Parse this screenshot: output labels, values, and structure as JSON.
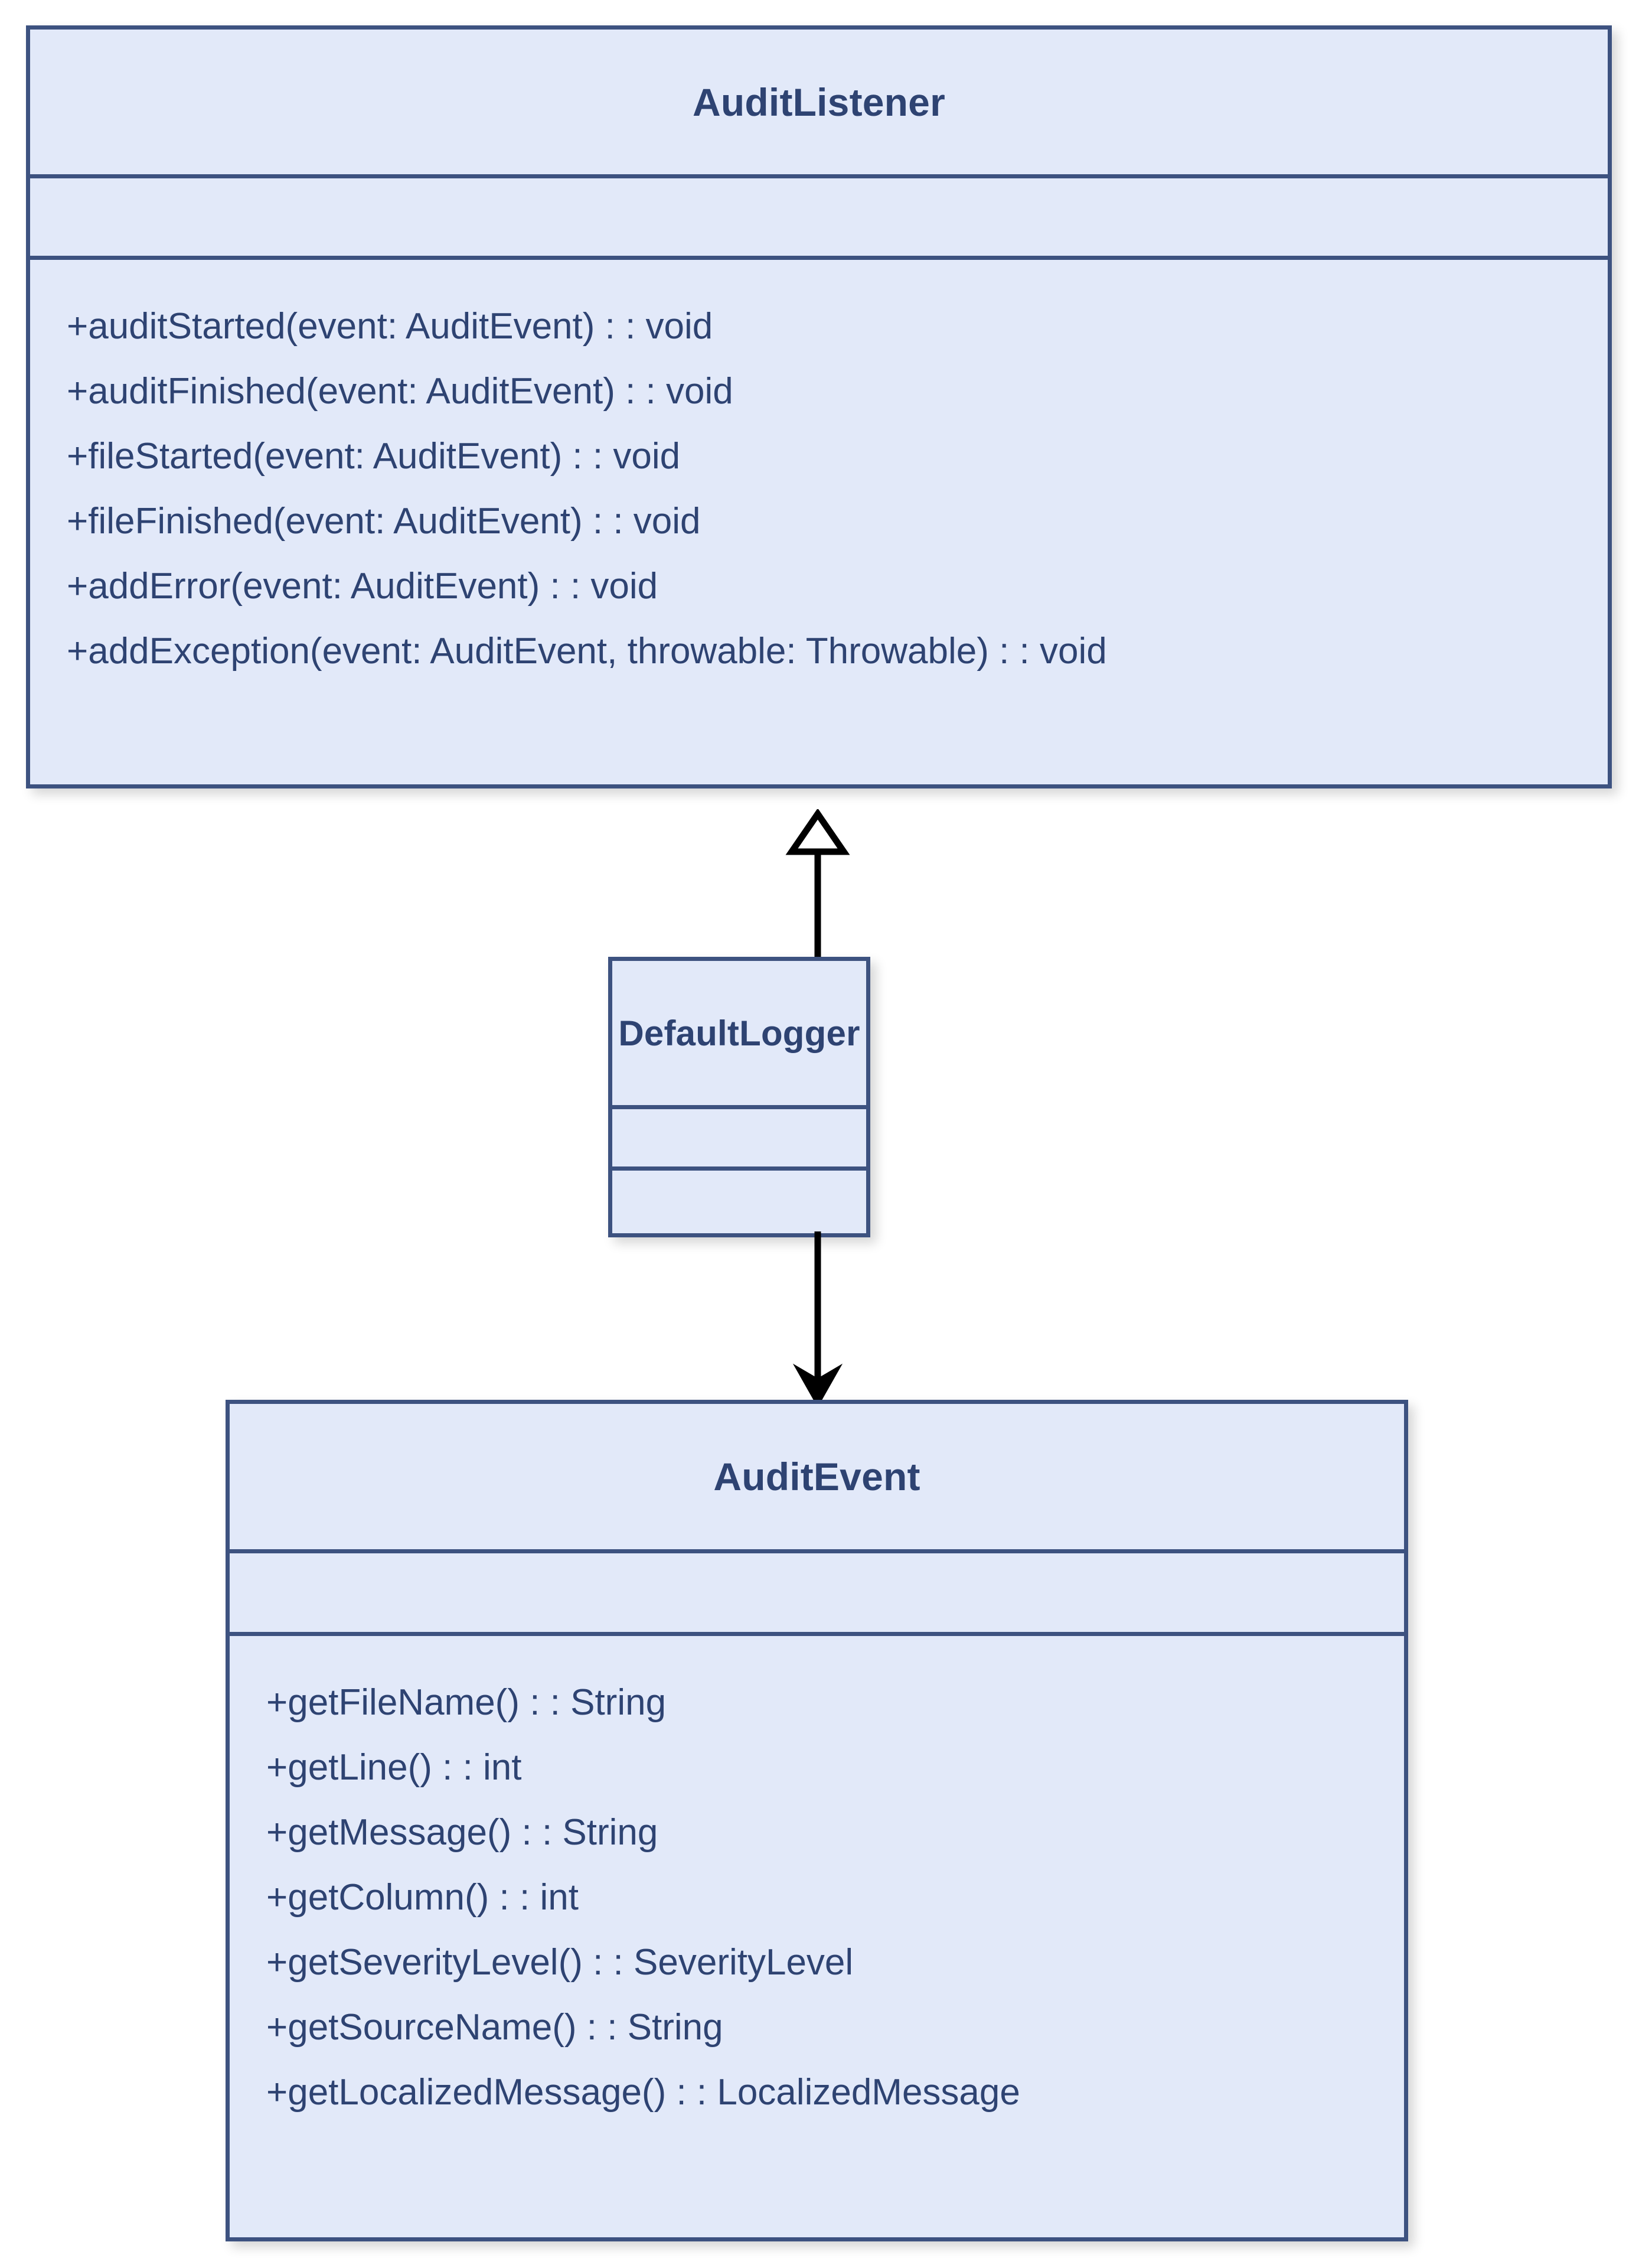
{
  "diagram": {
    "type": "uml-class-diagram",
    "background_color": "#ffffff",
    "class_fill_color": "#e2e9f9",
    "class_border_color": "#3d5280",
    "text_color": "#2e4372",
    "connector_color": "#000000"
  },
  "classes": [
    {
      "id": "auditlistener",
      "name": "AuditListener",
      "attributes": [],
      "operations": [
        "+auditStarted(event: AuditEvent) : : void",
        "+auditFinished(event: AuditEvent) : : void",
        "+fileStarted(event: AuditEvent) : : void",
        "+fileFinished(event: AuditEvent) : : void",
        "+addError(event: AuditEvent) : : void",
        "+addException(event: AuditEvent, throwable: Throwable) : : void"
      ]
    },
    {
      "id": "defaultlogger",
      "name": "DefaultLogger",
      "attributes": [],
      "operations": []
    },
    {
      "id": "auditevent",
      "name": "AuditEvent",
      "attributes": [],
      "operations": [
        "+getFileName() : : String",
        "+getLine() : : int",
        "+getMessage() : : String",
        "+getColumn() : : int",
        "+getSeverityLevel() : : SeverityLevel",
        "+getSourceName() : : String",
        "+getLocalizedMessage() : : LocalizedMessage"
      ]
    }
  ],
  "connectors": [
    {
      "id": "generalization",
      "kind": "generalization",
      "arrowhead": "hollow-triangle",
      "from": "DefaultLogger",
      "to": "AuditListener",
      "direction": "up"
    },
    {
      "id": "association",
      "kind": "association",
      "arrowhead": "solid-arrow",
      "from": "DefaultLogger",
      "to": "AuditEvent",
      "direction": "down"
    }
  ]
}
